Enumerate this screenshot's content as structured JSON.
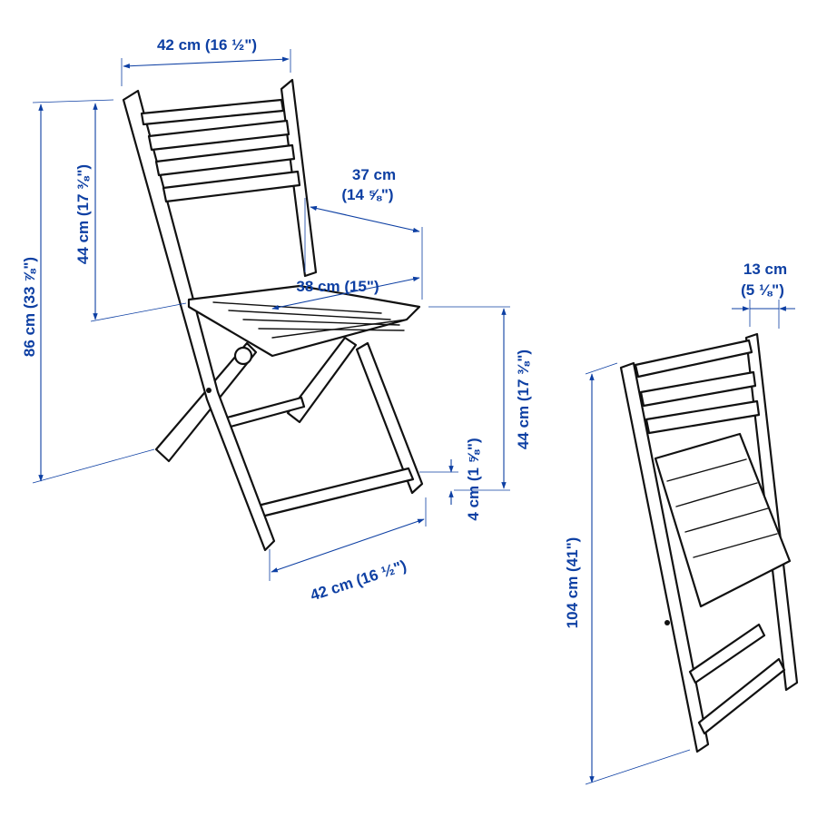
{
  "colors": {
    "dimension": "#0d3fa3",
    "line_art": "#111111",
    "background": "#ffffff"
  },
  "open_chair": {
    "top_width": "42 cm (16 ½\")",
    "backrest_height": "44 cm (17 ⅜\")",
    "total_height": "86 cm (33 ⅞\")",
    "seat_depth_line1": "37 cm",
    "seat_depth_line2": "(14 ⅝\")",
    "seat_width": "38 cm (15\")",
    "seat_height": "44 cm (17 ⅜\")",
    "stretcher_height": "4 cm (1 ⅝\")",
    "base_width": "42 cm (16 ½\")"
  },
  "folded_chair": {
    "thickness_line1": "13 cm",
    "thickness_line2": "(5 ⅛\")",
    "folded_height": "104 cm (41\")"
  }
}
